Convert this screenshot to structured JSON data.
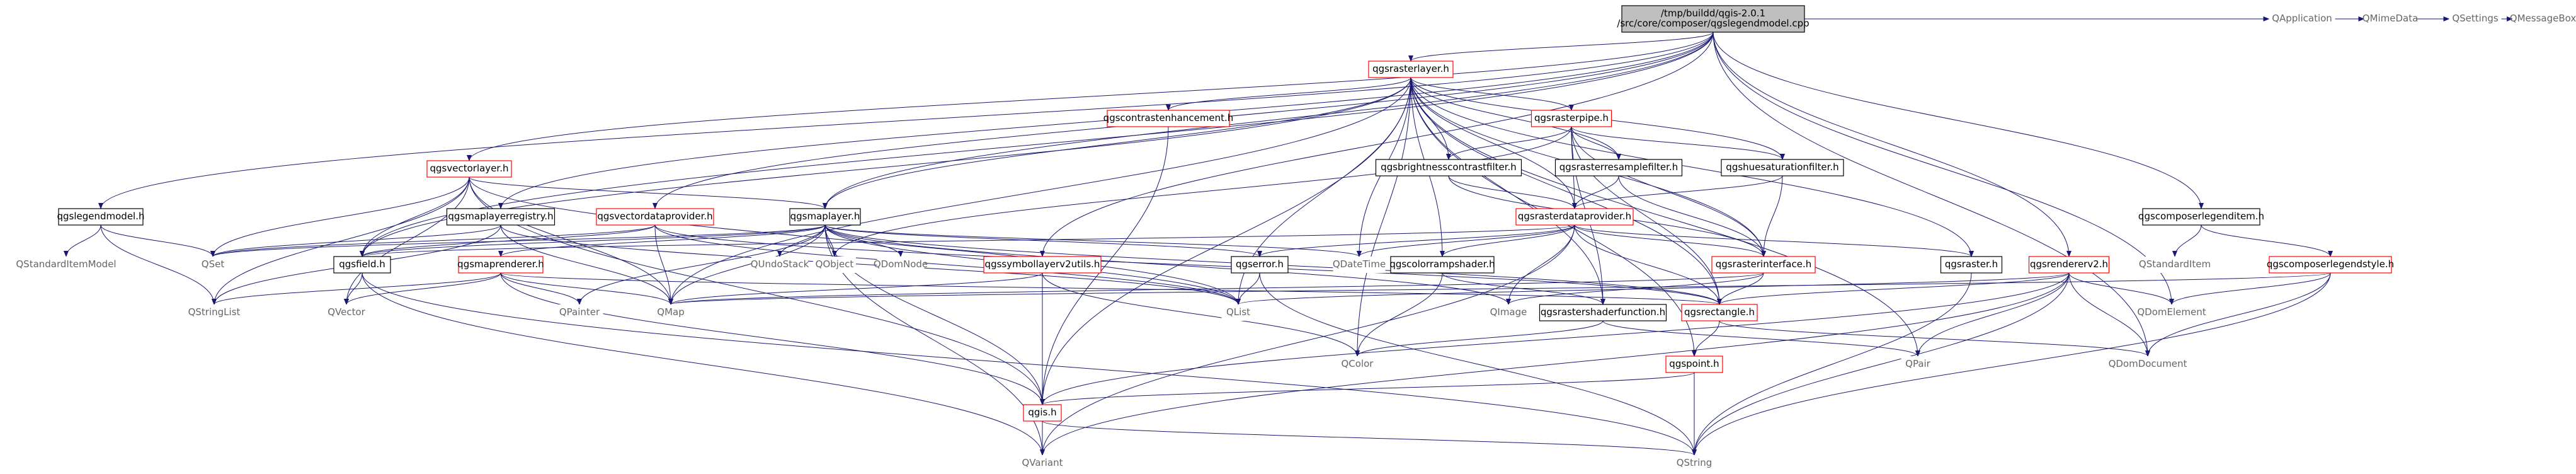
{
  "diagram": {
    "root_file": "/tmp/buildd/qgis-2.0.1/src/core/composer/qgslegendmodel.cpp",
    "colors": {
      "root_fill": "#bfbfbf",
      "node_border_documented": "#000000",
      "node_border_truncated": "#ff0000",
      "node_border_external": "#bfbfbf",
      "edge": "#191970",
      "text_documented": "#000000",
      "text_external": "#666666"
    },
    "nodes": [
      {
        "id": "root",
        "lines": [
          "/tmp/buildd/qgis-2.0.1",
          "/src/core/composer/qgslegendmodel.cpp"
        ],
        "kind": "root"
      },
      {
        "id": "qgsrasterlayer",
        "lines": [
          "qgsrasterlayer.h"
        ],
        "kind": "truncated"
      },
      {
        "id": "qgsrasterpipe",
        "lines": [
          "qgsrasterpipe.h"
        ],
        "kind": "truncated"
      },
      {
        "id": "qgscontrastenhancement",
        "lines": [
          "qgscontrastenhancement.h"
        ],
        "kind": "truncated"
      },
      {
        "id": "qgsvectorlayer",
        "lines": [
          "qgsvectorlayer.h"
        ],
        "kind": "truncated"
      },
      {
        "id": "qgslegendmodel_h",
        "lines": [
          "qgslegendmodel.h"
        ],
        "kind": "documented"
      },
      {
        "id": "qgsmaplayerregistry",
        "lines": [
          "qgsmaplayerregistry.h"
        ],
        "kind": "documented"
      },
      {
        "id": "qgsvectordataprovider",
        "lines": [
          "qgsvectordataprovider.h"
        ],
        "kind": "truncated"
      },
      {
        "id": "qgsmaplayer",
        "lines": [
          "qgsmaplayer.h"
        ],
        "kind": "documented"
      },
      {
        "id": "qgsbrightnesscontrastfilter",
        "lines": [
          "qgsbrightnesscontrastfilter.h"
        ],
        "kind": "documented"
      },
      {
        "id": "qgsrasterresamplefilter",
        "lines": [
          "qgsrasterresamplefilter.h"
        ],
        "kind": "documented"
      },
      {
        "id": "qgshuesaturationfilter",
        "lines": [
          "qgshuesaturationfilter.h"
        ],
        "kind": "documented"
      },
      {
        "id": "qgsrasterdataprovider",
        "lines": [
          "qgsrasterdataprovider.h"
        ],
        "kind": "truncated"
      },
      {
        "id": "qgscomposerlegenditem",
        "lines": [
          "qgscomposerlegenditem.h"
        ],
        "kind": "documented"
      },
      {
        "id": "qgsrendererv2",
        "lines": [
          "qgsrendererv2.h"
        ],
        "kind": "truncated"
      },
      {
        "id": "qgscomposerlegendstyle",
        "lines": [
          "qgscomposerlegendstyle.h"
        ],
        "kind": "truncated"
      },
      {
        "id": "qgsfield",
        "lines": [
          "qgsfield.h"
        ],
        "kind": "documented"
      },
      {
        "id": "qgsmaprenderer",
        "lines": [
          "qgsmaprenderer.h"
        ],
        "kind": "truncated"
      },
      {
        "id": "qgssymbollayerv2utils",
        "lines": [
          "qgssymbollayerv2utils.h"
        ],
        "kind": "truncated"
      },
      {
        "id": "qgserror",
        "lines": [
          "qgserror.h"
        ],
        "kind": "documented"
      },
      {
        "id": "qgscolorrampshader",
        "lines": [
          "qgscolorrampshader.h"
        ],
        "kind": "documented"
      },
      {
        "id": "qgsrasterinterface",
        "lines": [
          "qgsrasterinterface.h"
        ],
        "kind": "truncated"
      },
      {
        "id": "qgsraster",
        "lines": [
          "qgsraster.h"
        ],
        "kind": "documented"
      },
      {
        "id": "qgsrastershaderfunction",
        "lines": [
          "qgsrastershaderfunction.h"
        ],
        "kind": "documented"
      },
      {
        "id": "qgsrectangle",
        "lines": [
          "qgsrectangle.h"
        ],
        "kind": "truncated"
      },
      {
        "id": "qgspoint",
        "lines": [
          "qgspoint.h"
        ],
        "kind": "truncated"
      },
      {
        "id": "qgis",
        "lines": [
          "qgis.h"
        ],
        "kind": "truncated"
      },
      {
        "id": "QApplication",
        "lines": [
          "QApplication"
        ],
        "kind": "external"
      },
      {
        "id": "QMimeData",
        "lines": [
          "QMimeData"
        ],
        "kind": "external"
      },
      {
        "id": "QSettings",
        "lines": [
          "QSettings"
        ],
        "kind": "external"
      },
      {
        "id": "QMessageBox",
        "lines": [
          "QMessageBox"
        ],
        "kind": "external"
      },
      {
        "id": "QStandardItemModel",
        "lines": [
          "QStandardItemModel"
        ],
        "kind": "external"
      },
      {
        "id": "QSet",
        "lines": [
          "QSet"
        ],
        "kind": "external"
      },
      {
        "id": "QStringList",
        "lines": [
          "QStringList"
        ],
        "kind": "external"
      },
      {
        "id": "QVector",
        "lines": [
          "QVector"
        ],
        "kind": "external"
      },
      {
        "id": "QMap",
        "lines": [
          "QMap"
        ],
        "kind": "external"
      },
      {
        "id": "QPainter",
        "lines": [
          "QPainter"
        ],
        "kind": "external"
      },
      {
        "id": "QUndoStack",
        "lines": [
          "QUndoStack"
        ],
        "kind": "external"
      },
      {
        "id": "QObject",
        "lines": [
          "QObject"
        ],
        "kind": "external"
      },
      {
        "id": "QDomNode",
        "lines": [
          "QDomNode"
        ],
        "kind": "external"
      },
      {
        "id": "QDateTime",
        "lines": [
          "QDateTime"
        ],
        "kind": "external"
      },
      {
        "id": "QList",
        "lines": [
          "QList"
        ],
        "kind": "external"
      },
      {
        "id": "QImage",
        "lines": [
          "QImage"
        ],
        "kind": "external"
      },
      {
        "id": "QColor",
        "lines": [
          "QColor"
        ],
        "kind": "external"
      },
      {
        "id": "QPair",
        "lines": [
          "QPair"
        ],
        "kind": "external"
      },
      {
        "id": "QDomElement",
        "lines": [
          "QDomElement"
        ],
        "kind": "external"
      },
      {
        "id": "QDomDocument",
        "lines": [
          "QDomDocument"
        ],
        "kind": "external"
      },
      {
        "id": "QStandardItem",
        "lines": [
          "QStandardItem"
        ],
        "kind": "external"
      },
      {
        "id": "QVariant",
        "lines": [
          "QVariant"
        ],
        "kind": "external"
      },
      {
        "id": "QString",
        "lines": [
          "QString"
        ],
        "kind": "external"
      }
    ],
    "edges": [
      [
        "root",
        "qgsrasterlayer"
      ],
      [
        "root",
        "qgsvectorlayer"
      ],
      [
        "root",
        "qgslegendmodel_h"
      ],
      [
        "root",
        "qgsmaplayerregistry"
      ],
      [
        "root",
        "qgsvectordataprovider"
      ],
      [
        "root",
        "qgsmaplayer"
      ],
      [
        "root",
        "qgsfield"
      ],
      [
        "root",
        "qgssymbollayerv2utils"
      ],
      [
        "root",
        "qgsrendererv2"
      ],
      [
        "root",
        "qgscomposerlegenditem"
      ],
      [
        "root",
        "QApplication"
      ],
      [
        "root",
        "QMimeData"
      ],
      [
        "root",
        "QSettings"
      ],
      [
        "root",
        "QMessageBox"
      ],
      [
        "root",
        "QDomElement"
      ],
      [
        "root",
        "QDomDocument"
      ],
      [
        "qgsrasterlayer",
        "qgscontrastenhancement"
      ],
      [
        "qgsrasterlayer",
        "qgsrasterpipe"
      ],
      [
        "qgsrasterlayer",
        "qgsbrightnesscontrastfilter"
      ],
      [
        "qgsrasterlayer",
        "qgsrasterresamplefilter"
      ],
      [
        "qgsrasterlayer",
        "qgshuesaturationfilter"
      ],
      [
        "qgsrasterlayer",
        "qgsrasterdataprovider"
      ],
      [
        "qgsrasterlayer",
        "qgsmaplayer"
      ],
      [
        "qgsrasterlayer",
        "qgsraster"
      ],
      [
        "qgsrasterlayer",
        "qgsrasterinterface"
      ],
      [
        "qgsrasterlayer",
        "qgsrectangle"
      ],
      [
        "qgsrasterlayer",
        "qgspoint"
      ],
      [
        "qgsrasterlayer",
        "qgis"
      ],
      [
        "qgsrasterlayer",
        "QList"
      ],
      [
        "qgsrasterlayer",
        "QColor"
      ],
      [
        "qgsrasterlayer",
        "QPair"
      ],
      [
        "qgsrasterlayer",
        "QDateTime"
      ],
      [
        "qgsrasterlayer",
        "QMap"
      ],
      [
        "qgsrasterlayer",
        "qgscolorrampshader"
      ],
      [
        "qgsrasterlayer",
        "qgsrastershaderfunction"
      ],
      [
        "qgsrasterlayer",
        "qgsfield"
      ],
      [
        "qgsrasterpipe",
        "qgsbrightnesscontrastfilter"
      ],
      [
        "qgsrasterpipe",
        "qgsrasterresamplefilter"
      ],
      [
        "qgsrasterpipe",
        "qgshuesaturationfilter"
      ],
      [
        "qgsrasterpipe",
        "qgsrasterdataprovider"
      ],
      [
        "qgsrasterpipe",
        "qgsrasterinterface"
      ],
      [
        "qgsrasterpipe",
        "QObject"
      ],
      [
        "qgsrasterpipe",
        "qgsrastershaderfunction"
      ],
      [
        "qgsrasterpipe",
        "qgsrectangle"
      ],
      [
        "qgscontrastenhancement",
        "qgis"
      ],
      [
        "qgsbrightnesscontrastfilter",
        "qgsrasterdataprovider"
      ],
      [
        "qgsbrightnesscontrastfilter",
        "qgsrasterinterface"
      ],
      [
        "qgsrasterresamplefilter",
        "qgsrasterdataprovider"
      ],
      [
        "qgsrasterresamplefilter",
        "qgsrasterinterface"
      ],
      [
        "qgshuesaturationfilter",
        "qgsrasterdataprovider"
      ],
      [
        "qgshuesaturationfilter",
        "qgsrasterinterface"
      ],
      [
        "qgsrasterdataprovider",
        "qgserror"
      ],
      [
        "qgsrasterdataprovider",
        "qgscolorrampshader"
      ],
      [
        "qgsrasterdataprovider",
        "qgsrasterinterface"
      ],
      [
        "qgsrasterdataprovider",
        "qgsraster"
      ],
      [
        "qgsrasterdataprovider",
        "qgsrectangle"
      ],
      [
        "qgsrasterdataprovider",
        "QDateTime"
      ],
      [
        "qgsrasterdataprovider",
        "QImage"
      ],
      [
        "qgsrasterdataprovider",
        "QVariant"
      ],
      [
        "qgsrasterdataprovider",
        "qgsfield"
      ],
      [
        "qgsvectorlayer",
        "qgsmaplayer"
      ],
      [
        "qgsvectorlayer",
        "qgsfield"
      ],
      [
        "qgsvectorlayer",
        "QSet"
      ],
      [
        "qgsvectorlayer",
        "QStringList"
      ],
      [
        "qgsvectorlayer",
        "QMap"
      ],
      [
        "qgsvectorlayer",
        "QList"
      ],
      [
        "qgsvectorlayer",
        "qgis"
      ],
      [
        "qgsvectorlayer",
        "QVector"
      ],
      [
        "qgslegendmodel_h",
        "QStandardItemModel"
      ],
      [
        "qgslegendmodel_h",
        "QSet"
      ],
      [
        "qgslegendmodel_h",
        "QStringList"
      ],
      [
        "qgsmaplayerregistry",
        "QMap"
      ],
      [
        "qgsmaplayerregistry",
        "QSet"
      ],
      [
        "qgsmaplayerregistry",
        "QList"
      ],
      [
        "qgsmaplayerregistry",
        "QStringList"
      ],
      [
        "qgsvectordataprovider",
        "qgsfield"
      ],
      [
        "qgsvectordataprovider",
        "QSet"
      ],
      [
        "qgsvectordataprovider",
        "QMap"
      ],
      [
        "qgsvectordataprovider",
        "QList"
      ],
      [
        "qgsvectordataprovider",
        "qgsrectangle"
      ],
      [
        "qgsmaplayer",
        "qgserror"
      ],
      [
        "qgsmaplayer",
        "qgsrectangle"
      ],
      [
        "qgsmaplayer",
        "QUndoStack"
      ],
      [
        "qgsmaplayer",
        "QObject"
      ],
      [
        "qgsmaplayer",
        "QDomNode"
      ],
      [
        "qgsmaplayer",
        "QDateTime"
      ],
      [
        "qgsmaplayer",
        "QImage"
      ],
      [
        "qgsmaplayer",
        "QMap"
      ],
      [
        "qgsmaplayer",
        "QSet"
      ],
      [
        "qgsmaplayer",
        "qgsmaprenderer"
      ],
      [
        "qgsmaplayer",
        "qgis"
      ],
      [
        "qgsmaplayer",
        "QList"
      ],
      [
        "qgsmaplayer",
        "QVariant"
      ],
      [
        "qgsmaplayer",
        "QPainter"
      ],
      [
        "qgsmaplayer",
        "qgsfield"
      ],
      [
        "qgsmaprenderer",
        "QStringList"
      ],
      [
        "qgsmaprenderer",
        "QVector"
      ],
      [
        "qgsmaprenderer",
        "QPainter"
      ],
      [
        "qgsmaprenderer",
        "qgsrectangle"
      ],
      [
        "qgsmaprenderer",
        "qgis"
      ],
      [
        "qgsmaprenderer",
        "QMap"
      ],
      [
        "qgssymbollayerv2utils",
        "QMap"
      ],
      [
        "qgssymbollayerv2utils",
        "qgis"
      ],
      [
        "qgssymbollayerv2utils",
        "QColor"
      ],
      [
        "qgserror",
        "QList"
      ],
      [
        "qgserror",
        "QString"
      ],
      [
        "qgscolorrampshader",
        "qgsrastershaderfunction"
      ],
      [
        "qgscolorrampshader",
        "QColor"
      ],
      [
        "qgsrastershaderfunction",
        "QColor"
      ],
      [
        "qgsrastershaderfunction",
        "QPair"
      ],
      [
        "qgsrasterinterface",
        "QImage"
      ],
      [
        "qgsrasterinterface",
        "qgsrectangle"
      ],
      [
        "qgsrasterinterface",
        "QMap"
      ],
      [
        "qgsraster",
        "QString"
      ],
      [
        "qgsrectangle",
        "qgspoint"
      ],
      [
        "qgsrectangle",
        "QDomDocument"
      ],
      [
        "qgspoint",
        "qgis"
      ],
      [
        "qgspoint",
        "QString"
      ],
      [
        "qgis",
        "QVariant"
      ],
      [
        "qgis",
        "QString"
      ],
      [
        "qgsfield",
        "QVariant"
      ],
      [
        "qgsfield",
        "QString"
      ],
      [
        "qgsfield",
        "QVector"
      ],
      [
        "qgscomposerlegenditem",
        "QStandardItem"
      ],
      [
        "qgscomposerlegenditem",
        "qgscomposerlegendstyle"
      ],
      [
        "qgscomposerlegendstyle",
        "QDomElement"
      ],
      [
        "qgscomposerlegendstyle",
        "QDomDocument"
      ],
      [
        "qgscomposerlegendstyle",
        "QMap"
      ],
      [
        "qgscomposerlegendstyle",
        "QString"
      ],
      [
        "qgsrendererv2",
        "qgis"
      ],
      [
        "qgsrendererv2",
        "QList"
      ],
      [
        "qgsrendererv2",
        "QString"
      ],
      [
        "qgsrendererv2",
        "QVariant"
      ],
      [
        "qgsrendererv2",
        "QPair"
      ],
      [
        "qgsrendererv2",
        "QDomElement"
      ],
      [
        "qgsrendererv2",
        "QDomDocument"
      ],
      [
        "qgsrendererv2",
        "qgsrectangle"
      ]
    ]
  }
}
